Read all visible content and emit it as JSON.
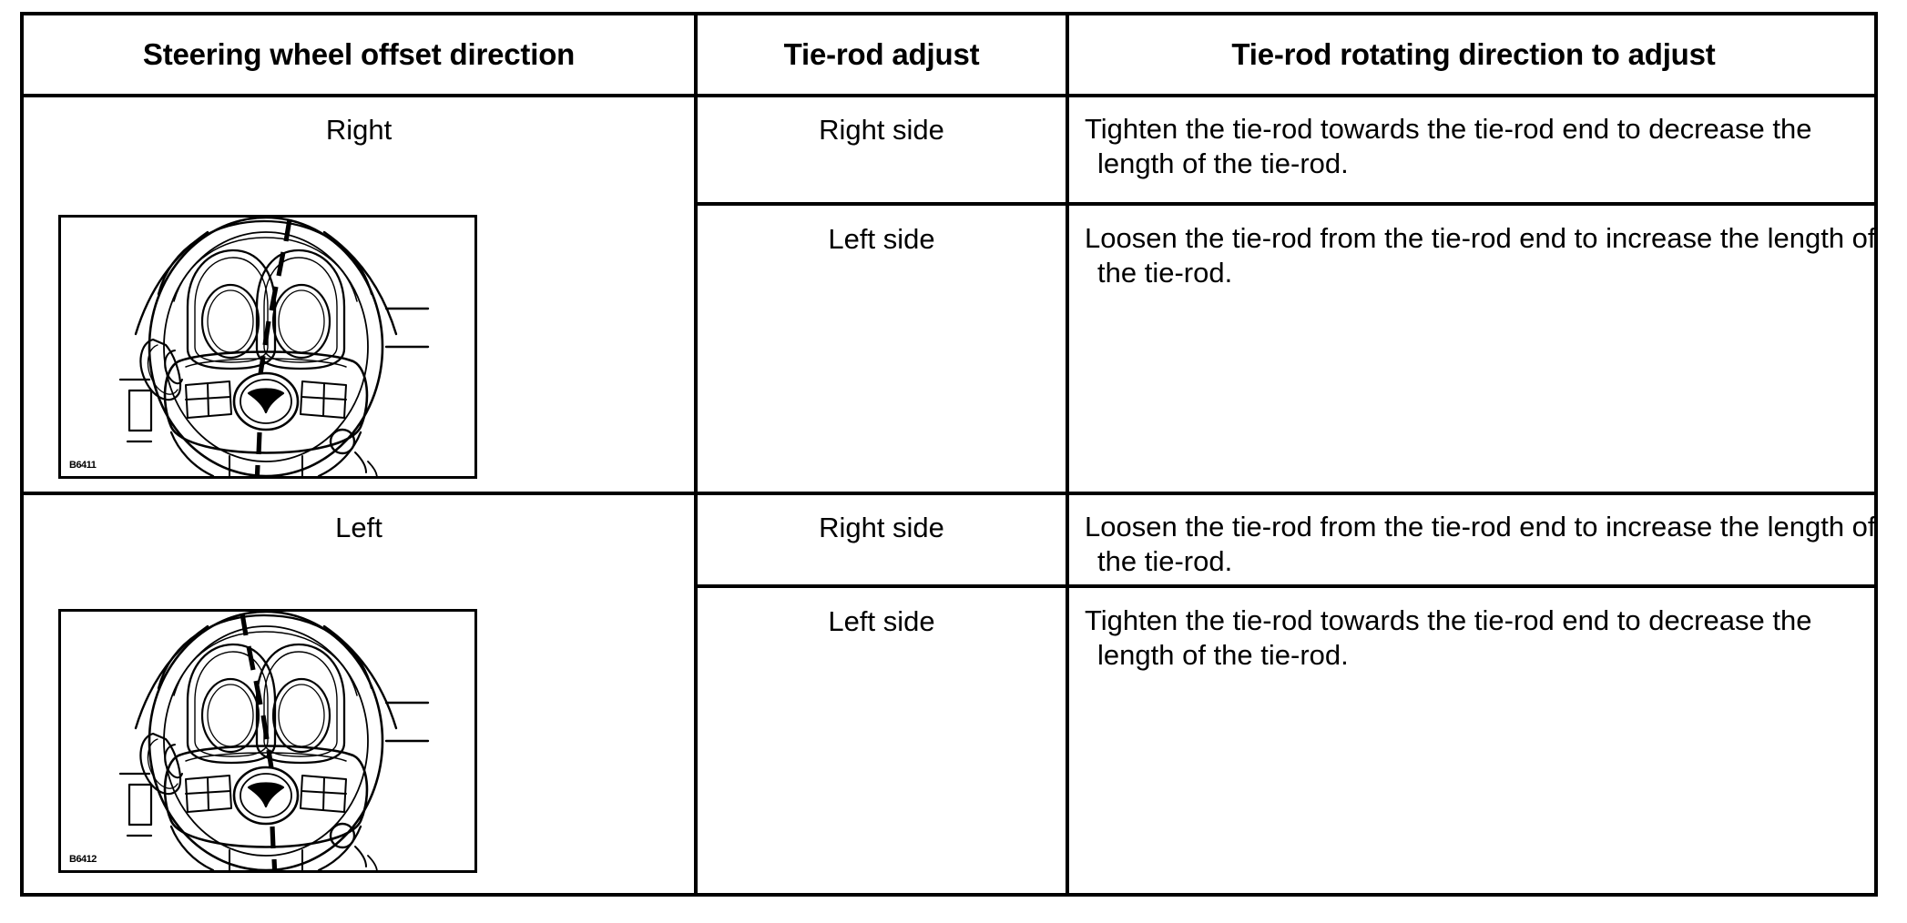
{
  "table": {
    "headers": [
      "Steering wheel offset direction",
      "Tie-rod adjust",
      "Tie-rod rotating direction to adjust"
    ],
    "rows": [
      {
        "offset_direction": "Right",
        "figure": {
          "name": "steering-wheel-offset-right",
          "code": "B6411"
        },
        "adjustments": [
          {
            "side": "Right side",
            "instruction": "Tighten the tie-rod towards the tie-rod end to decrease the length of the tie-rod."
          },
          {
            "side": "Left side",
            "instruction": "Loosen the tie-rod from the tie-rod end to increase the length of the tie-rod."
          }
        ]
      },
      {
        "offset_direction": "Left",
        "figure": {
          "name": "steering-wheel-offset-left",
          "code": "B6412"
        },
        "adjustments": [
          {
            "side": "Right side",
            "instruction": "Loosen the tie-rod from the tie-rod end to increase the length of the tie-rod."
          },
          {
            "side": "Left side",
            "instruction": "Tighten the tie-rod towards the tie-rod end to decrease the length of the tie-rod."
          }
        ]
      }
    ]
  },
  "colors": {
    "rule": "#000000",
    "page_background": "#ffffff",
    "text": "#000000"
  }
}
